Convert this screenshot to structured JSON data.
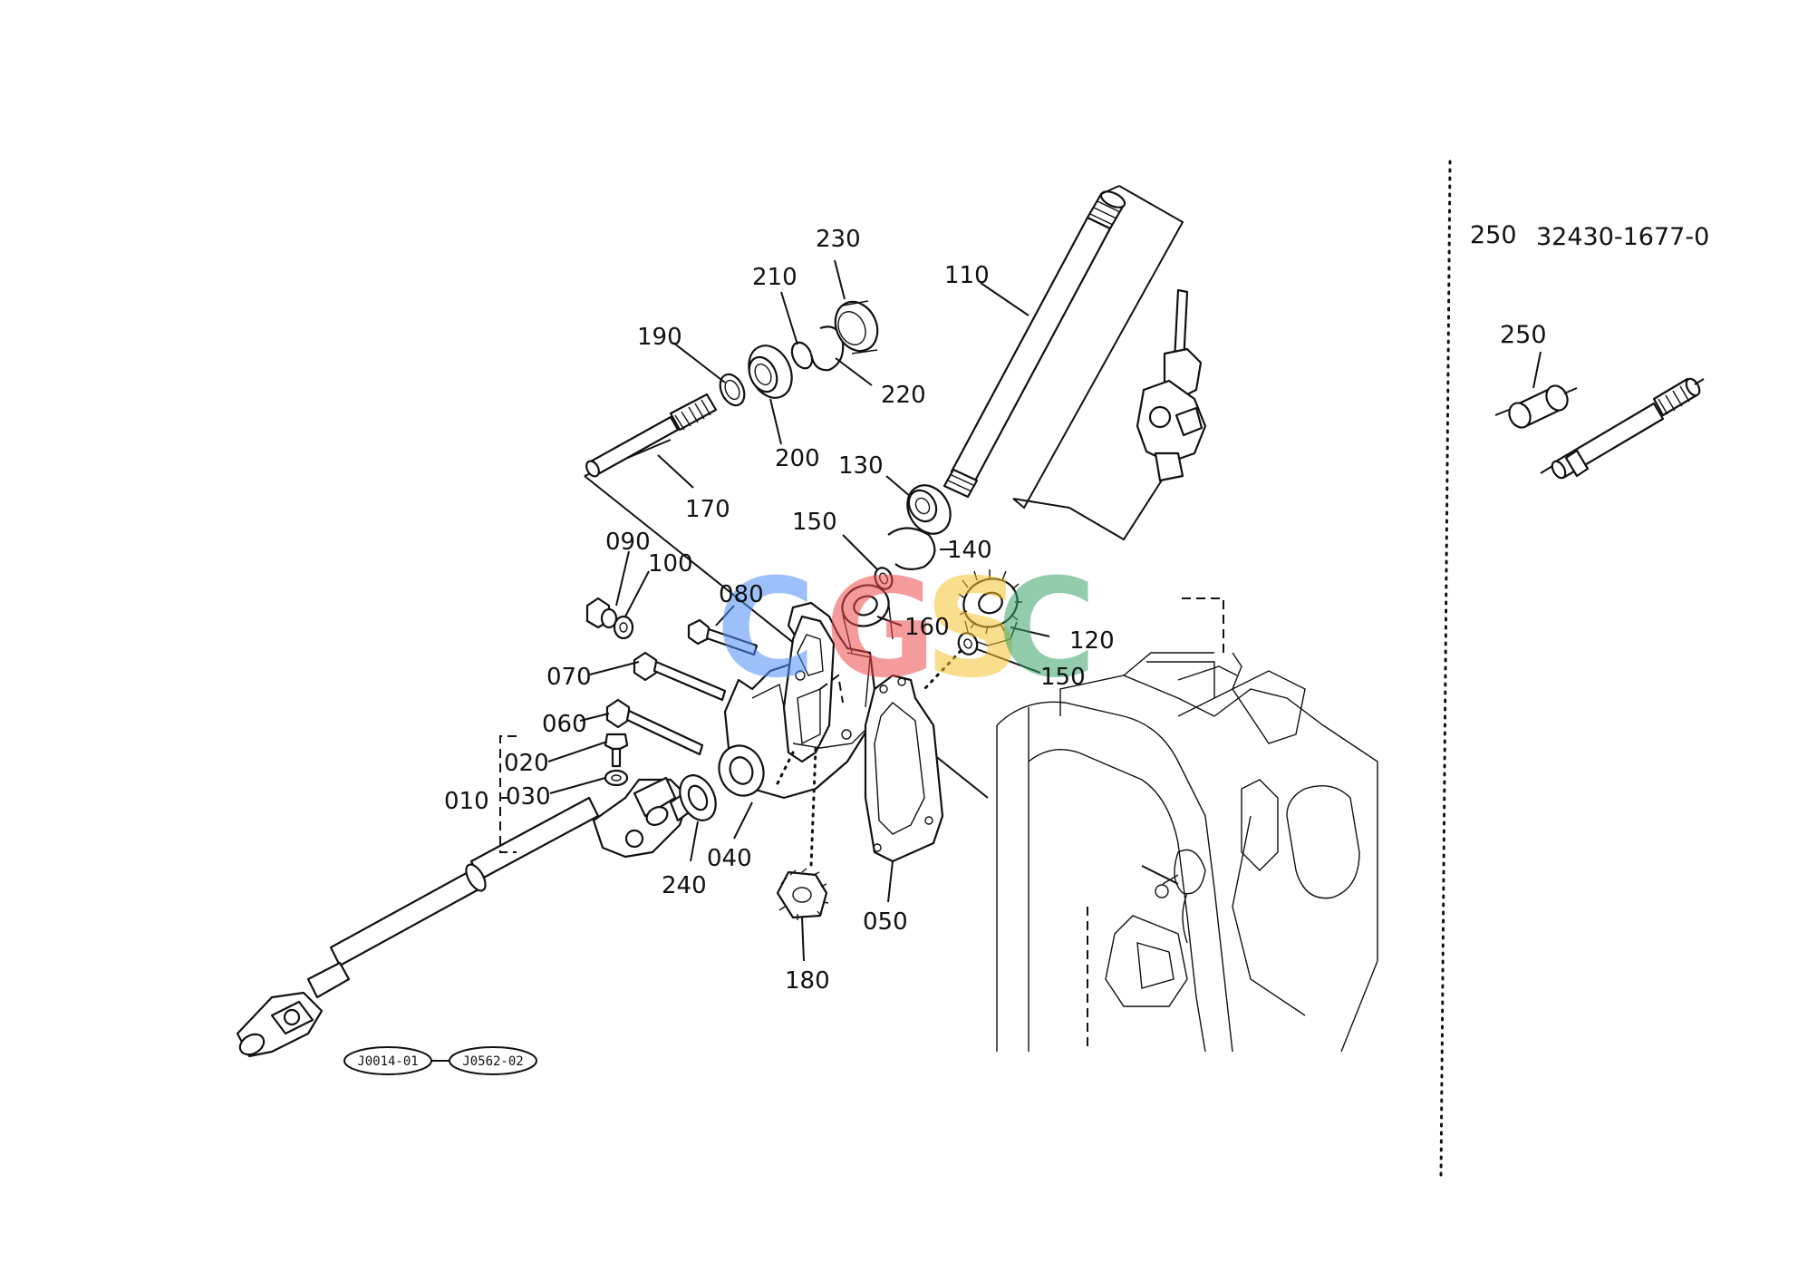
{
  "labels": {
    "p010": "010",
    "p020": "020",
    "p030": "030",
    "p040": "040",
    "p050": "050",
    "p060": "060",
    "p070": "070",
    "p080": "080",
    "p090": "090",
    "p100": "100",
    "p110": "110",
    "p120": "120",
    "p130": "130",
    "p140": "140",
    "p150a": "150",
    "p150b": "150",
    "p160": "160",
    "p170": "170",
    "p180": "180",
    "p190": "190",
    "p200": "200",
    "p210": "210",
    "p220": "220",
    "p230": "230",
    "p240": "240",
    "p250": "250"
  },
  "side_panel": {
    "part_no": "250",
    "part_number": "32430-1677-0"
  },
  "refs": {
    "ref_left": "J0014-01",
    "ref_right": "J0562-02"
  },
  "watermark": {
    "letters": [
      "C",
      "G",
      "S",
      "C"
    ],
    "colors": [
      "#4f8ef7",
      "#ef4b4b",
      "#f5c431",
      "#3aa36a"
    ]
  }
}
